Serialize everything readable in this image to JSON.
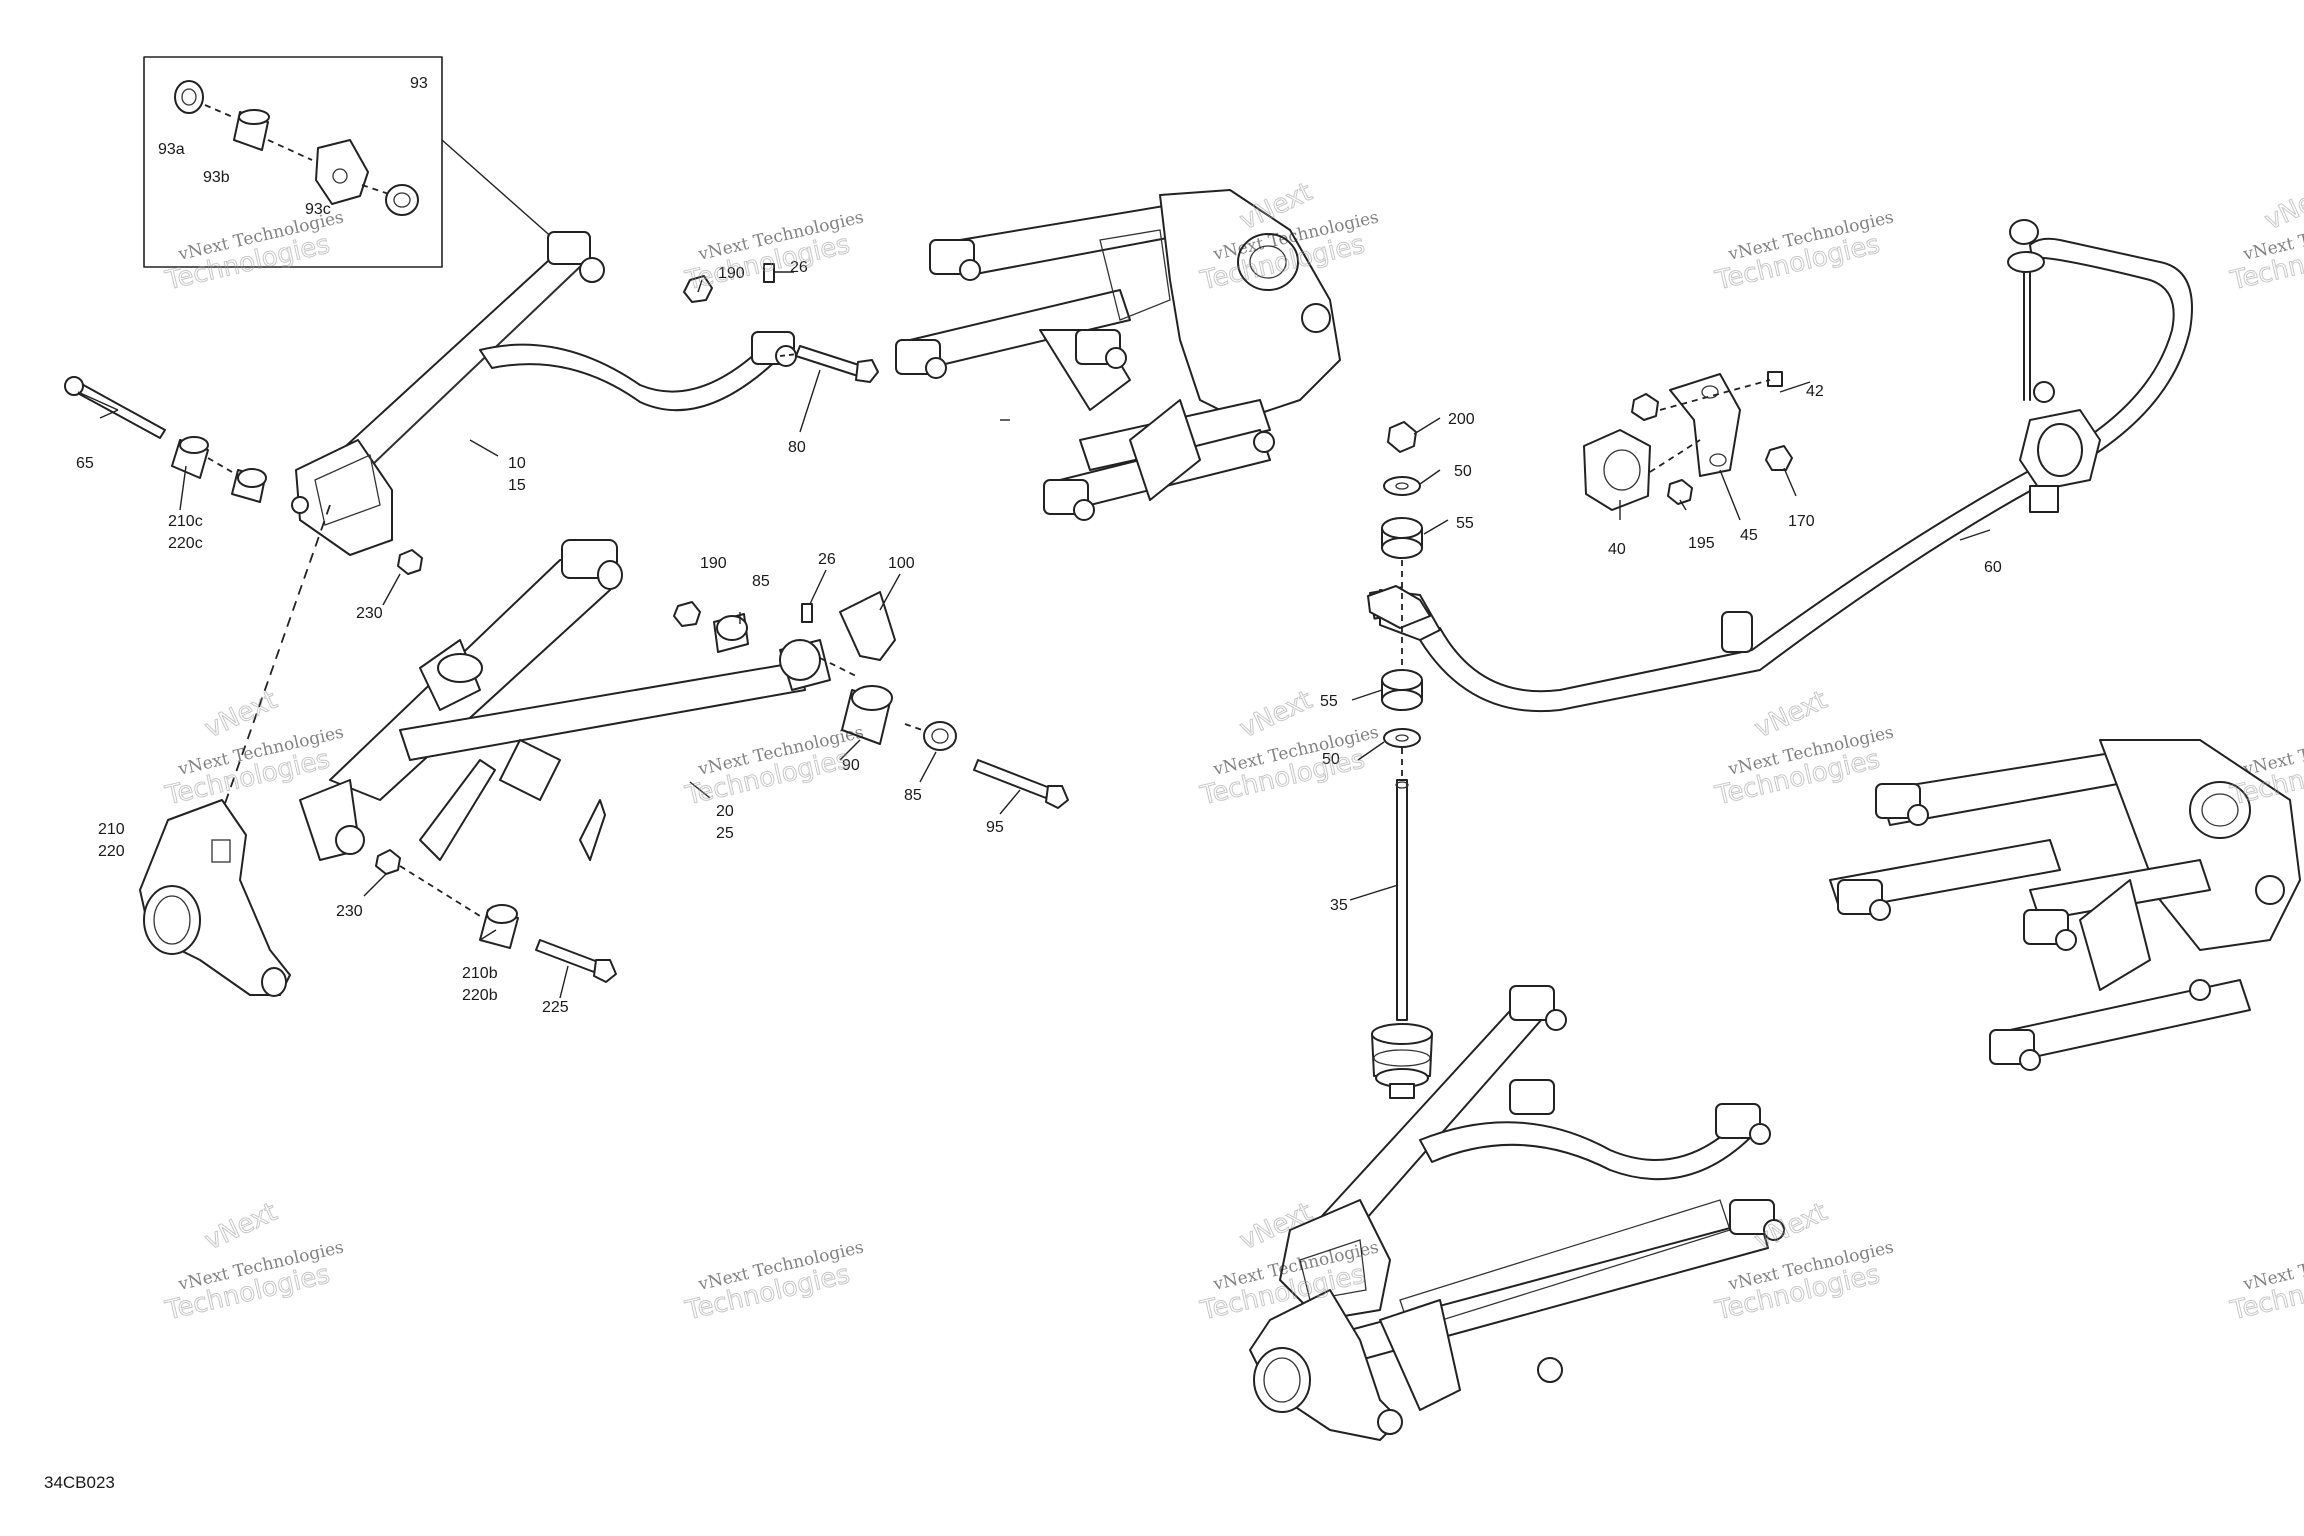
{
  "diagram": {
    "drawing_code": "34CB023",
    "watermark": {
      "line1": "vNext Technologies",
      "line2": "Technologies",
      "corner": "vNext"
    },
    "callouts": [
      {
        "id": "93"
      },
      {
        "id": "93a"
      },
      {
        "id": "93b"
      },
      {
        "id": "93c"
      },
      {
        "id": "190"
      },
      {
        "id": "26"
      },
      {
        "id": "80"
      },
      {
        "id": "65"
      },
      {
        "id": "10"
      },
      {
        "id": "15"
      },
      {
        "id": "210c"
      },
      {
        "id": "220c"
      },
      {
        "id": "230"
      },
      {
        "id": "190"
      },
      {
        "id": "85"
      },
      {
        "id": "26"
      },
      {
        "id": "100"
      },
      {
        "id": "90"
      },
      {
        "id": "85"
      },
      {
        "id": "95"
      },
      {
        "id": "20"
      },
      {
        "id": "25"
      },
      {
        "id": "210"
      },
      {
        "id": "220"
      },
      {
        "id": "230"
      },
      {
        "id": "210b"
      },
      {
        "id": "220b"
      },
      {
        "id": "225"
      },
      {
        "id": "200"
      },
      {
        "id": "50"
      },
      {
        "id": "55"
      },
      {
        "id": "55"
      },
      {
        "id": "50"
      },
      {
        "id": "35"
      },
      {
        "id": "42"
      },
      {
        "id": "40"
      },
      {
        "id": "195"
      },
      {
        "id": "45"
      },
      {
        "id": "170"
      },
      {
        "id": "60"
      }
    ]
  }
}
